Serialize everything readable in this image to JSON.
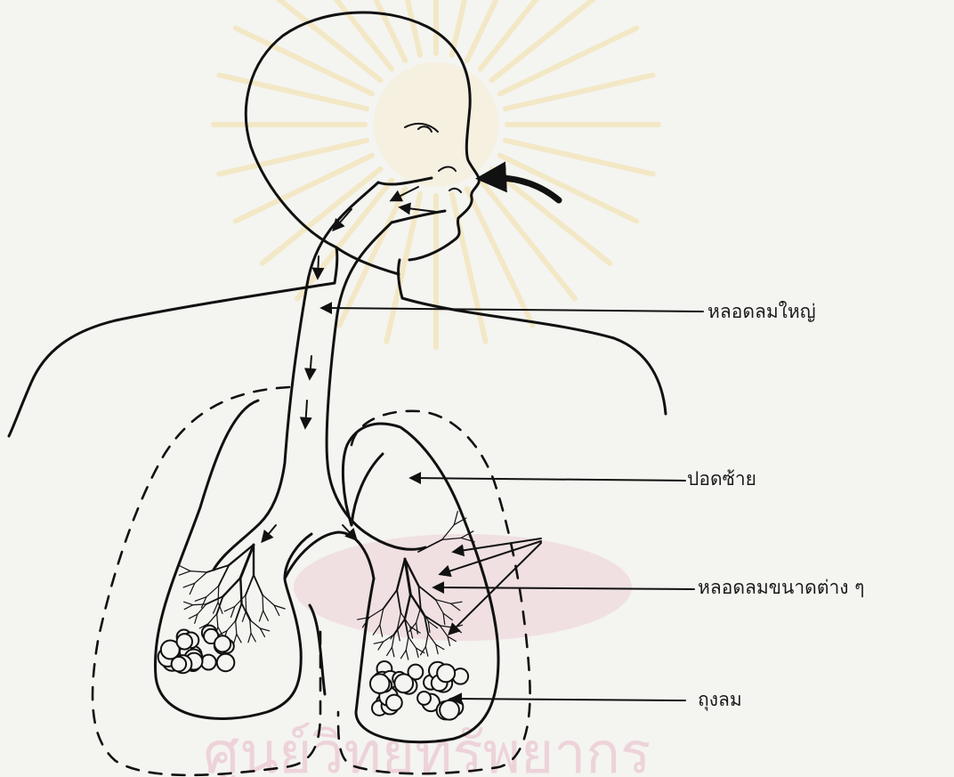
{
  "labels": {
    "trachea": "หลอดลมใหญ่",
    "left_lung": "ปอดซ้าย",
    "bronchi": "หลอดลมขนาดต่าง ๆ",
    "alveoli": "ถุงลม"
  },
  "watermark": {
    "text": "ศูนย์วิทยทรัพยากร",
    "color": "#e8b9c6",
    "sun_color": "#f3dfa3"
  },
  "colors": {
    "ink": "#111111",
    "background": "#f4f4f1"
  }
}
